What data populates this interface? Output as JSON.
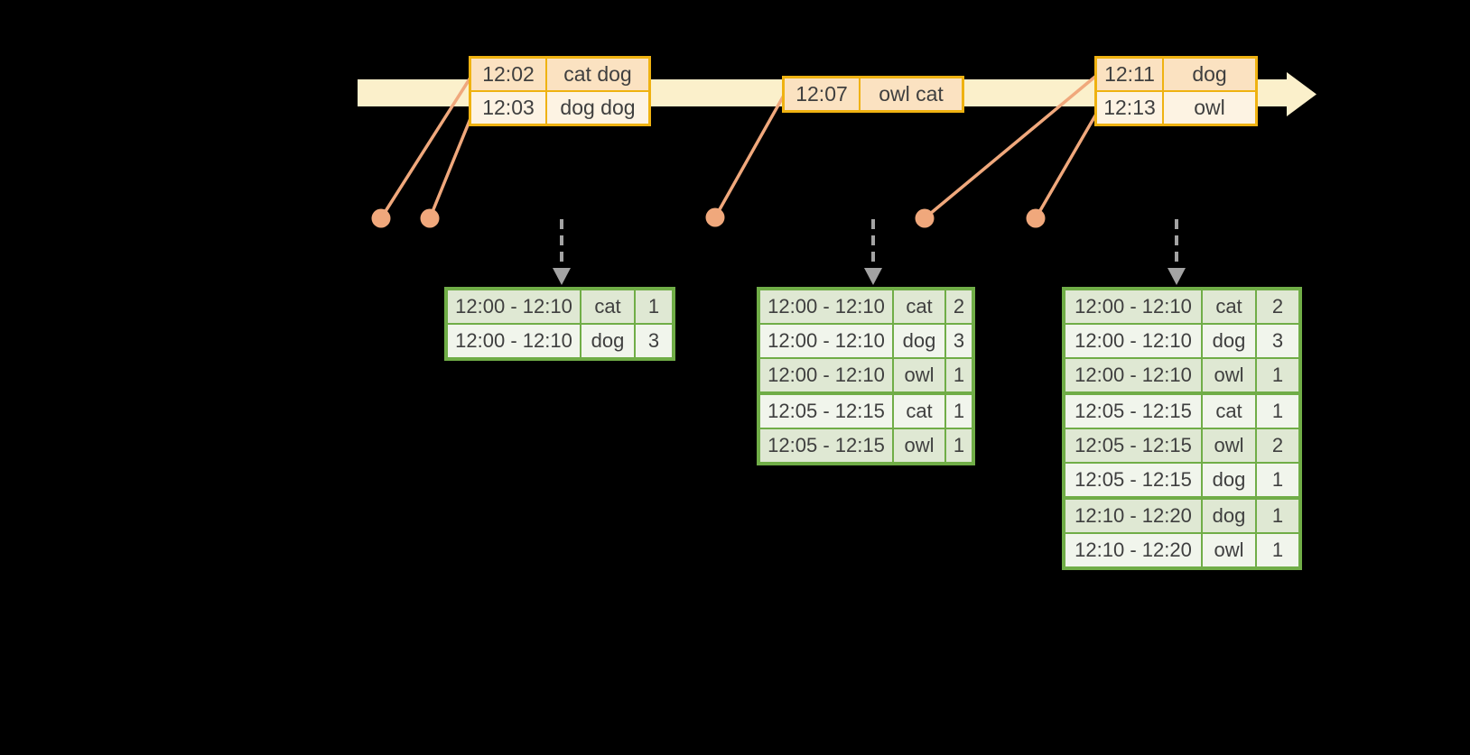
{
  "colors": {
    "bg": "#000000",
    "band": "#FBF0CB",
    "gold": "#EFB211",
    "peach-dark": "#FBE2C1",
    "peach-light": "#FDF3E3",
    "salmon": "#F0A87C",
    "green": "#70AD47",
    "row-dark": "#DFE8D3",
    "row-light": "#F1F5EC",
    "text": "#3F3F3F",
    "gray": "#A3A3A3"
  },
  "events": [
    {
      "rows": [
        {
          "time": "12:02",
          "words": "cat dog"
        },
        {
          "time": "12:03",
          "words": "dog dog"
        }
      ]
    },
    {
      "rows": [
        {
          "time": "12:07",
          "words": "owl cat"
        }
      ]
    },
    {
      "rows": [
        {
          "time": "12:11",
          "words": "dog"
        },
        {
          "time": "12:13",
          "words": "owl"
        }
      ]
    }
  ],
  "results": [
    {
      "rows": [
        {
          "window": "12:00 - 12:10",
          "word": "cat",
          "count": "1"
        },
        {
          "window": "12:00 - 12:10",
          "word": "dog",
          "count": "3"
        }
      ]
    },
    {
      "rows": [
        {
          "window": "12:00 - 12:10",
          "word": "cat",
          "count": "2"
        },
        {
          "window": "12:00 - 12:10",
          "word": "dog",
          "count": "3"
        },
        {
          "window": "12:00 - 12:10",
          "word": "owl",
          "count": "1"
        },
        {
          "window": "12:05 - 12:15",
          "word": "cat",
          "count": "1"
        },
        {
          "window": "12:05 - 12:15",
          "word": "owl",
          "count": "1"
        }
      ]
    },
    {
      "rows": [
        {
          "window": "12:00 - 12:10",
          "word": "cat",
          "count": "2"
        },
        {
          "window": "12:00 - 12:10",
          "word": "dog",
          "count": "3"
        },
        {
          "window": "12:00 - 12:10",
          "word": "owl",
          "count": "1"
        },
        {
          "window": "12:05 - 12:15",
          "word": "cat",
          "count": "1"
        },
        {
          "window": "12:05 - 12:15",
          "word": "owl",
          "count": "2"
        },
        {
          "window": "12:05 - 12:15",
          "word": "dog",
          "count": "1"
        },
        {
          "window": "12:10 - 12:20",
          "word": "dog",
          "count": "1"
        },
        {
          "window": "12:10 - 12:20",
          "word": "owl",
          "count": "1"
        }
      ]
    }
  ]
}
